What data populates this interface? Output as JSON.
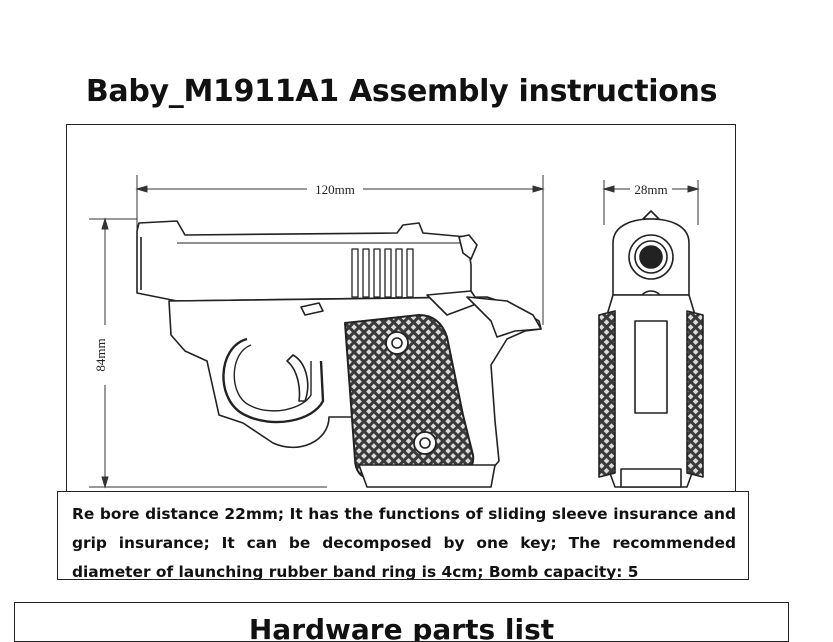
{
  "document": {
    "title": "Baby_M1911A1 Assembly instructions",
    "dimensions": {
      "length": "120mm",
      "width": "28mm",
      "height": "84mm"
    },
    "description": "Re bore distance 22mm; It has the functions of sliding sleeve insurance and grip insurance; It can be decomposed by one key; The recommended diameter of launching rubber band ring is 4cm; Bomb capacity: 5",
    "parts_list_title": "Hardware parts list"
  }
}
